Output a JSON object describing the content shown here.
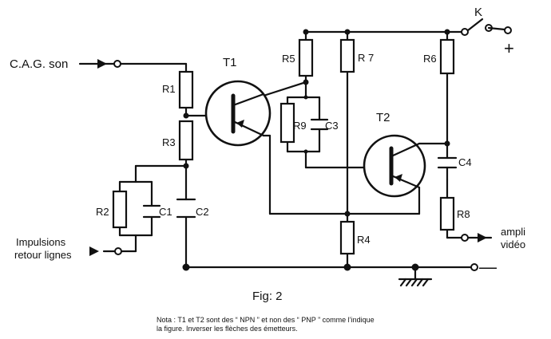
{
  "labels": {
    "cag": "C.A.G. son",
    "imp1": "Impulsions",
    "imp2": "retour lignes",
    "ampli1": "ampli",
    "ampli2": "vidéo",
    "k": "K",
    "plus": "+",
    "minus": "—",
    "T1": "T1",
    "T2": "T2",
    "R1": "R1",
    "R2": "R2",
    "R3": "R3",
    "R4": "R4",
    "R5": "R5",
    "R6": "R6",
    "R7": "R 7",
    "R8": "R8",
    "R9": "R9",
    "C1": "C1",
    "C2": "C2",
    "C3": "C3",
    "C4": "C4"
  },
  "caption": "Fig: 2",
  "note_line1": "Nota : T1 et T2 sont des “ NPN ” et non des “ PNP ” comme l’indique",
  "note_line2": "la figure. Inverser les flèches des émetteurs."
}
